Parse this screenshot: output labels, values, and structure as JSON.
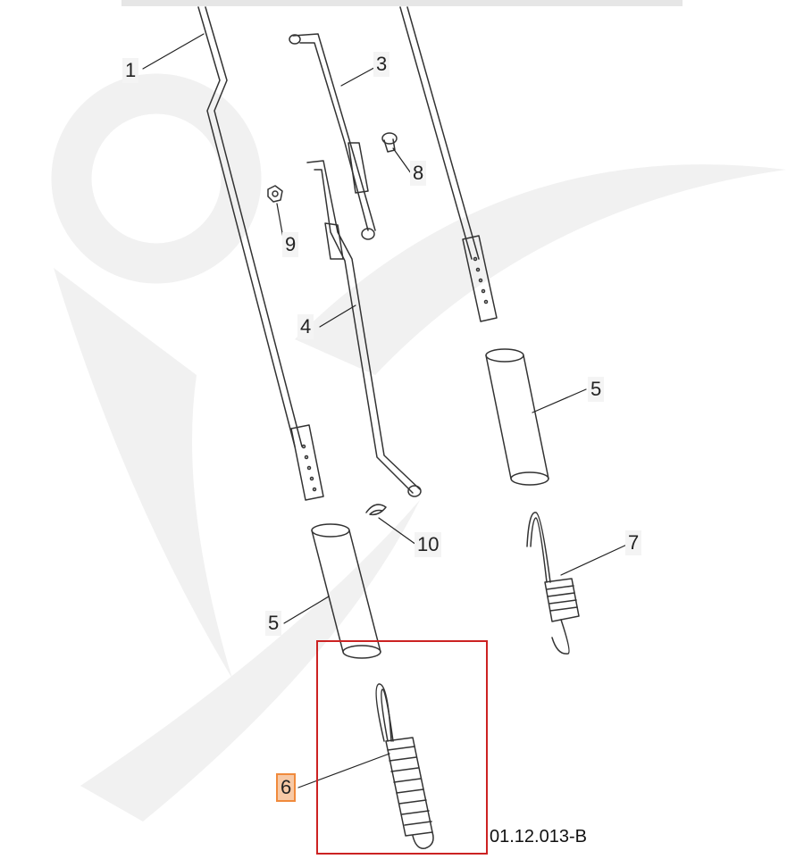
{
  "diagram": {
    "callouts": [
      {
        "id": "c1",
        "label": "1"
      },
      {
        "id": "c3",
        "label": "3"
      },
      {
        "id": "c8",
        "label": "8"
      },
      {
        "id": "c9",
        "label": "9"
      },
      {
        "id": "c4",
        "label": "4"
      },
      {
        "id": "c5a",
        "label": "5"
      },
      {
        "id": "c7",
        "label": "7"
      },
      {
        "id": "c10",
        "label": "10"
      },
      {
        "id": "c5b",
        "label": "5"
      },
      {
        "id": "c6",
        "label": "6",
        "highlighted": true
      }
    ],
    "drawing_code": "01.12.013-B",
    "colors": {
      "line": "#333333",
      "highlight_box": "#cc2222",
      "callout_highlight": "#f08a3c",
      "watermark": "#f0f0f0"
    }
  }
}
